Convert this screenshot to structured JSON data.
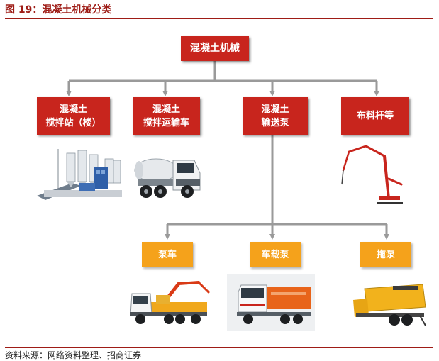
{
  "figure": {
    "title": "图 19：混凝土机械分类",
    "source": "资料来源：网络资料整理、招商证券"
  },
  "nodes": {
    "root": {
      "label": "混凝土机械"
    },
    "mixing_station": {
      "line1": "混凝土",
      "line2": "搅拌站（楼）"
    },
    "mixer_truck": {
      "line1": "混凝土",
      "line2": "搅拌运输车"
    },
    "pump": {
      "line1": "混凝土",
      "line2": "输送泵"
    },
    "placing_boom": {
      "label": "布料杆等"
    },
    "pump_truck": {
      "label": "泵车"
    },
    "truck_mounted_pump": {
      "label": "车载泵"
    },
    "trailer_pump": {
      "label": "拖泵"
    }
  },
  "colors": {
    "brand_red": "#c8251d",
    "title_red": "#9e1c16",
    "orange": "#f5a21b",
    "connector_gray": "#9a9a9a"
  }
}
